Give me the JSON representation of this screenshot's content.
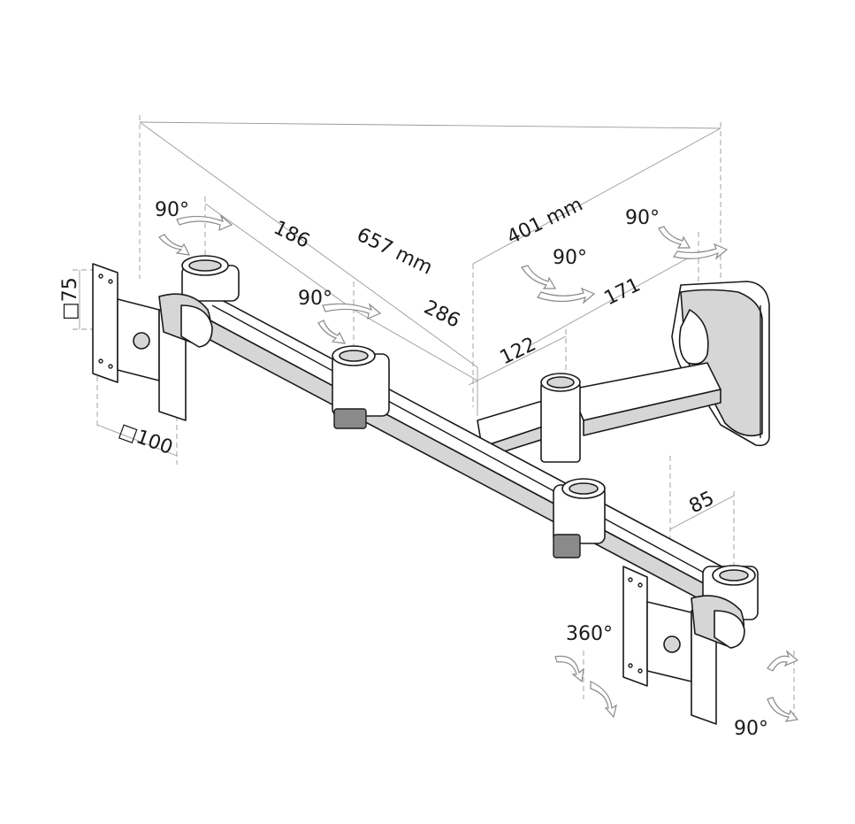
{
  "diagram": {
    "dimensions": {
      "total_width": "657 mm",
      "depth": "401 mm",
      "arm_segment_1": "186",
      "arm_segment_2": "286",
      "arm_segment_3": "122",
      "wall_arm": "171",
      "drop": "85",
      "vesa_small": "□75",
      "vesa_large": "□100"
    },
    "rotations": {
      "tilt_left": "90°",
      "swivel_left_joint": "90°",
      "swivel_center": "90°",
      "wall_pivot": "90°",
      "rotate_screen": "360°",
      "tilt_right": "90°"
    }
  }
}
